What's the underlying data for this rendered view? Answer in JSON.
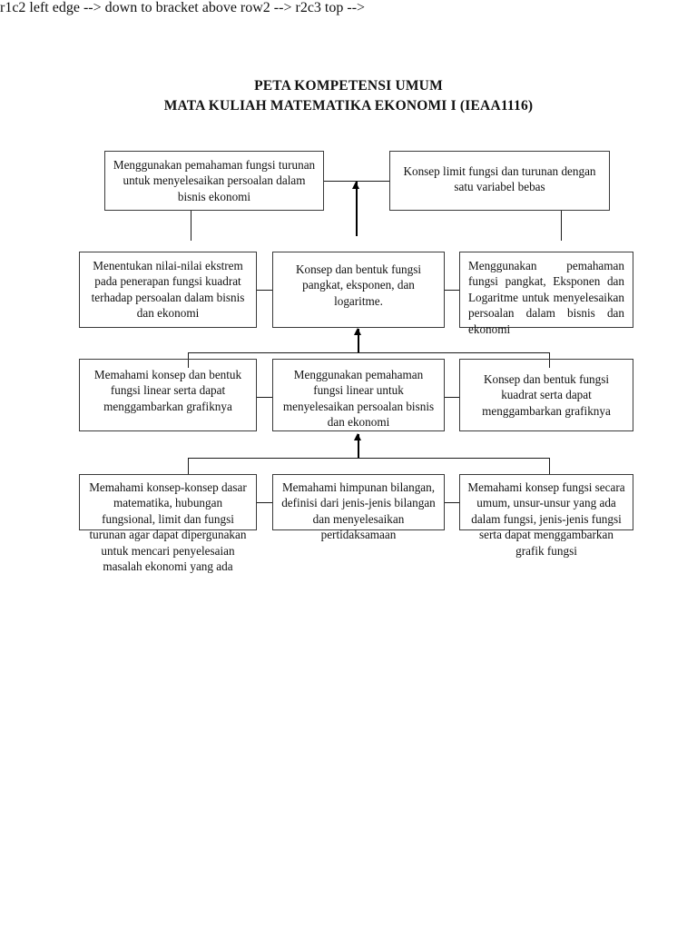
{
  "document": {
    "title_lines": [
      "PETA KOMPETENSI UMUM",
      "MATA KULIAH MATEMATIKA EKONOMI I (IEAA1116)"
    ]
  },
  "diagram": {
    "type": "competency-map-flowchart",
    "rows": [
      {
        "row": 1,
        "nodes": [
          {
            "id": "r1c1",
            "text": "Menggunakan pemahaman fungsi turunan untuk menyelesaikan persoalan dalam bisnis ekonomi"
          },
          {
            "id": "r1c2",
            "text": "Konsep limit fungsi dan turunan dengan satu variabel bebas"
          }
        ]
      },
      {
        "row": 2,
        "nodes": [
          {
            "id": "r2c1",
            "text": "Menentukan nilai-nilai ekstrem pada penerapan fungsi kuadrat terhadap persoalan dalam bisnis dan ekonomi"
          },
          {
            "id": "r2c2",
            "text": "Konsep dan bentuk fungsi pangkat, eksponen, dan logaritme."
          },
          {
            "id": "r2c3",
            "text": "Menggunakan pemahaman fungsi pangkat, Eksponen dan Logaritme untuk menyelesaikan persoalan dalam bisnis dan ekonomi"
          }
        ]
      },
      {
        "row": 3,
        "nodes": [
          {
            "id": "r3c1",
            "text": "Memahami konsep dan bentuk fungsi linear serta dapat menggambarkan grafiknya"
          },
          {
            "id": "r3c2",
            "text": "Menggunakan pemahaman fungsi linear untuk menyelesaikan persoalan bisnis dan ekonomi"
          },
          {
            "id": "r3c3",
            "text": "Konsep dan bentuk fungsi kuadrat serta dapat menggambarkan grafiknya"
          }
        ]
      },
      {
        "row": 4,
        "nodes": [
          {
            "id": "r4c1",
            "text": "Memahami konsep-konsep dasar matematika, hubungan fungsional, limit dan fungsi turunan agar dapat dipergunakan untuk mencari penyelesaian masalah ekonomi yang ada"
          },
          {
            "id": "r4c2",
            "text": "Memahami himpunan bilangan, definisi dari jenis-jenis bilangan dan menyelesaikan pertidaksamaan"
          },
          {
            "id": "r4c3",
            "text": "Memahami konsep fungsi secara umum, unsur-unsur yang ada dalam fungsi, jenis-jenis fungsi serta dapat menggambarkan grafik fungsi"
          }
        ]
      }
    ],
    "colors": {
      "box_border": "#3a3a3a",
      "connector": "#1a1a1a",
      "text": "#111111",
      "background": "#ffffff"
    }
  }
}
